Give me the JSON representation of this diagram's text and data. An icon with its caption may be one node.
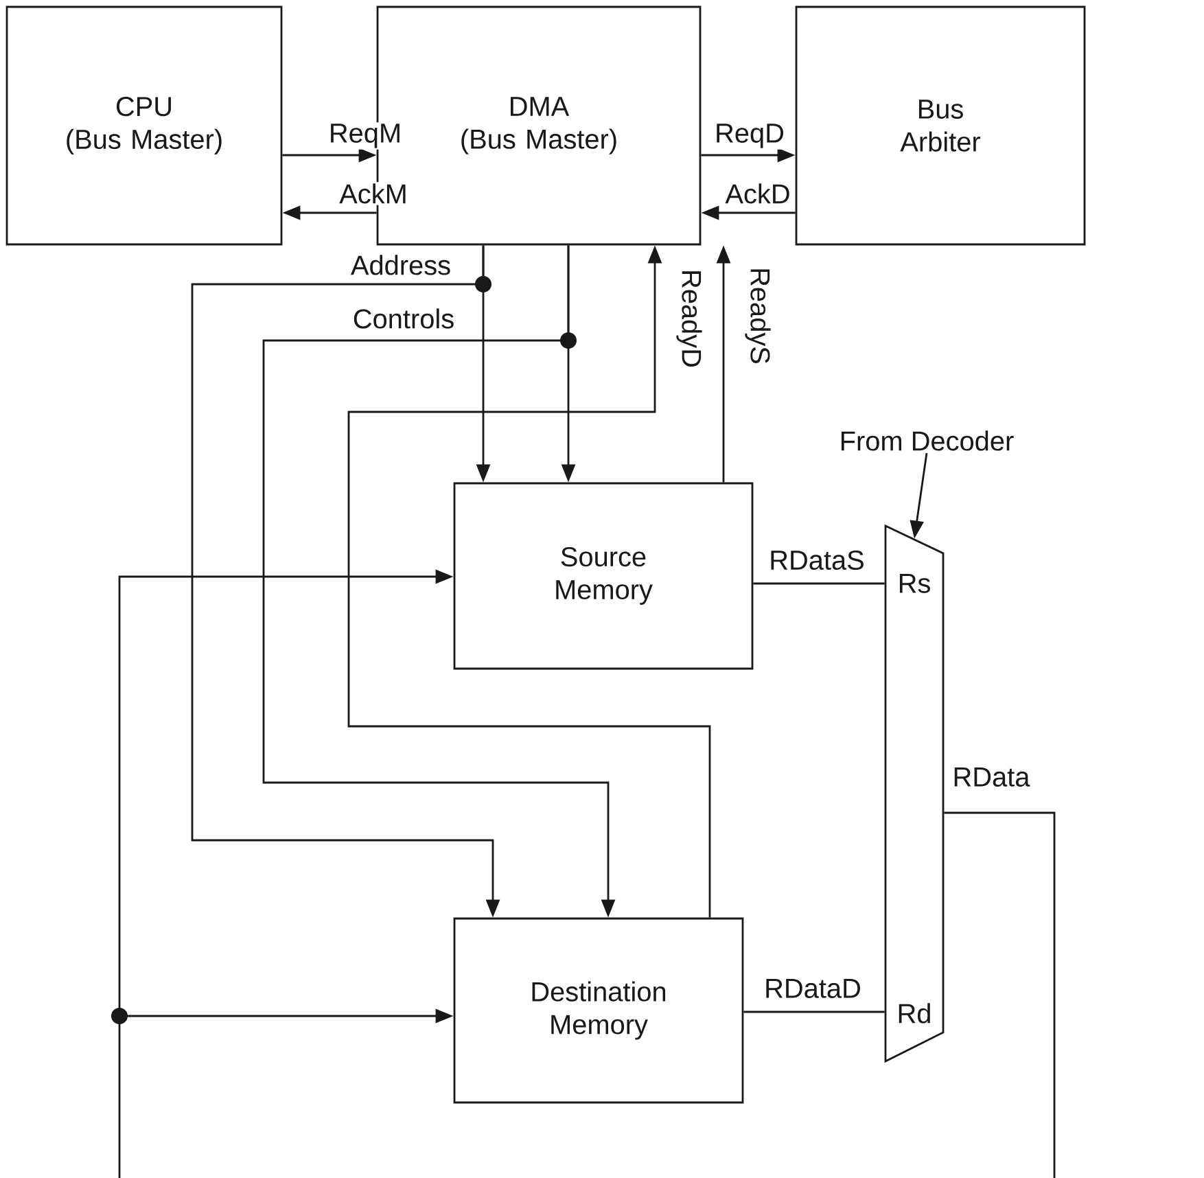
{
  "diagram": {
    "nodes": [
      {
        "text": [
          "CPU",
          "(Bus Master)"
        ]
      },
      {
        "text": [
          "DMA",
          "(Bus Master)"
        ]
      },
      {
        "text": [
          "Bus Arbiter"
        ]
      },
      {
        "text": [
          "Source Memory"
        ]
      },
      {
        "text": [
          "Destination Memory"
        ]
      },
      {
        "text": [
          "Rs",
          "Rd"
        ]
      },
      {
        "text": [
          "From Decoder"
        ]
      }
    ],
    "edges": [
      {
        "from": 0,
        "to": 1,
        "arrow": "to",
        "label": "ReqM"
      },
      {
        "from": 1,
        "to": 0,
        "arrow": "to",
        "label": "AckM"
      },
      {
        "from": 1,
        "to": 2,
        "arrow": "to",
        "label": "ReqD"
      },
      {
        "from": 2,
        "to": 1,
        "arrow": "to",
        "label": "AckD"
      },
      {
        "from": 1,
        "to": 3,
        "arrow": "to"
      },
      {
        "from": 1,
        "to": 4,
        "arrow": "to",
        "label": "Address"
      },
      {
        "from": 1,
        "to": 3,
        "arrow": "to"
      },
      {
        "from": 1,
        "to": 4,
        "arrow": "to",
        "label": "Controls"
      },
      {
        "from": 4,
        "to": 1,
        "arrow": "to",
        "label": "ReadyD"
      },
      {
        "from": 3,
        "to": 1,
        "arrow": "to",
        "label": "ReadyS"
      },
      {
        "from": 3,
        "to": 5,
        "arrow": "none",
        "label": "RDataS"
      },
      {
        "from": 4,
        "to": 5,
        "arrow": "none",
        "label": "RDataD"
      },
      {
        "from": 5,
        "to": null,
        "arrow": "none",
        "label": "RData"
      },
      {
        "from": 6,
        "to": 5,
        "arrow": "to"
      },
      {
        "from": null,
        "to": 3,
        "arrow": "to"
      },
      {
        "from": null,
        "to": 4,
        "arrow": "to"
      }
    ]
  }
}
